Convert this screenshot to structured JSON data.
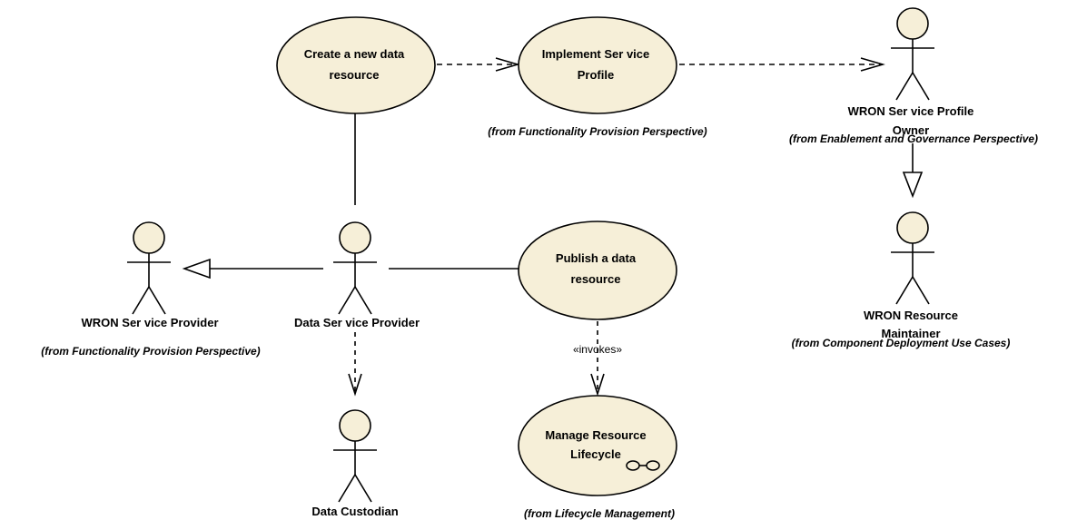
{
  "colors": {
    "fill": "#f6efd8",
    "stroke": "#000000",
    "background": "#ffffff"
  },
  "use_cases": {
    "create": {
      "line1": "Create a new data",
      "line2": "resource"
    },
    "implement": {
      "line1": "Implement Ser vice",
      "line2": "Profile",
      "from": "(from Functionality Provision Perspective)"
    },
    "publish": {
      "line1": "Publish a data",
      "line2": "resource"
    },
    "manage": {
      "line1": "Manage Resource",
      "line2": "Lifecycle",
      "from": "(from Lifecycle Management)"
    }
  },
  "actors": {
    "profile_owner": {
      "line1": "WRON Ser vice Profile",
      "line2": "Owner",
      "from": "(from Enablement and Governance Perspective)"
    },
    "resource_maintainer": {
      "line1": "WRON Resource",
      "line2": "Maintainer",
      "from": "(from Component Deployment Use Cases)"
    },
    "service_provider": {
      "line1": "WRON Ser vice Provider",
      "from": "(from Functionality Provision Perspective)"
    },
    "data_service_provider": {
      "line1": "Data Ser vice Provider"
    },
    "data_custodian": {
      "line1": "Data Custodian"
    }
  },
  "stereotypes": {
    "invokes": "«invokes»"
  }
}
